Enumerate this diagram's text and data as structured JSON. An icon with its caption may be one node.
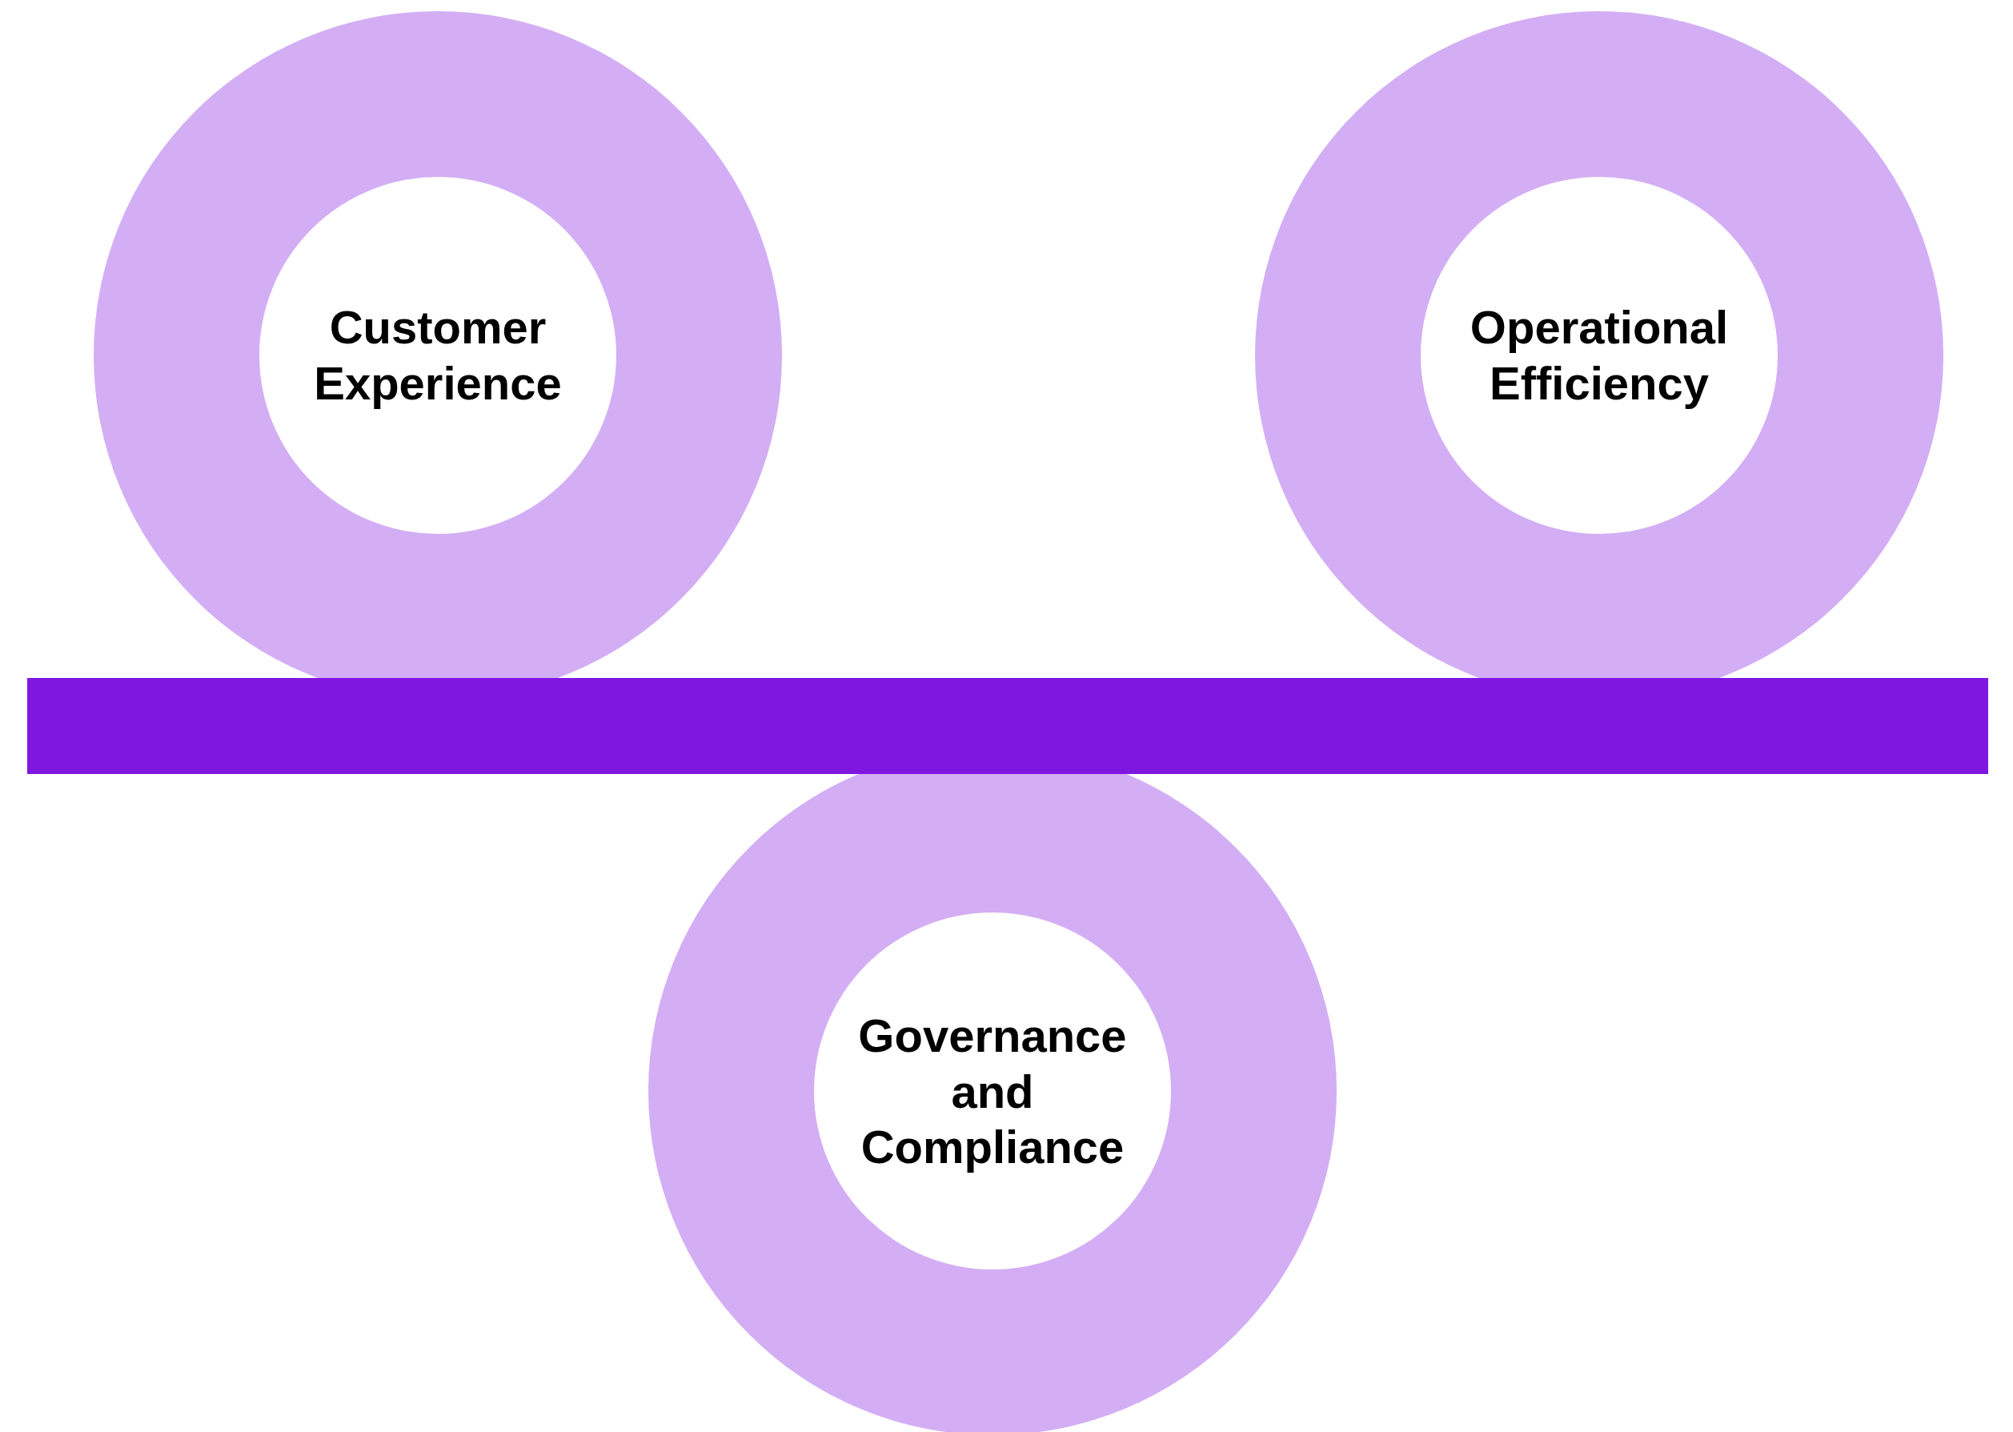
{
  "diagram": {
    "nodes": [
      {
        "text": [
          "Customer Experience"
        ]
      },
      {
        "text": [
          "Operational Efficiency"
        ]
      },
      {
        "text": [],
        "shape": "bar"
      },
      {
        "text": [
          "Governance and Compliance"
        ]
      }
    ]
  }
}
